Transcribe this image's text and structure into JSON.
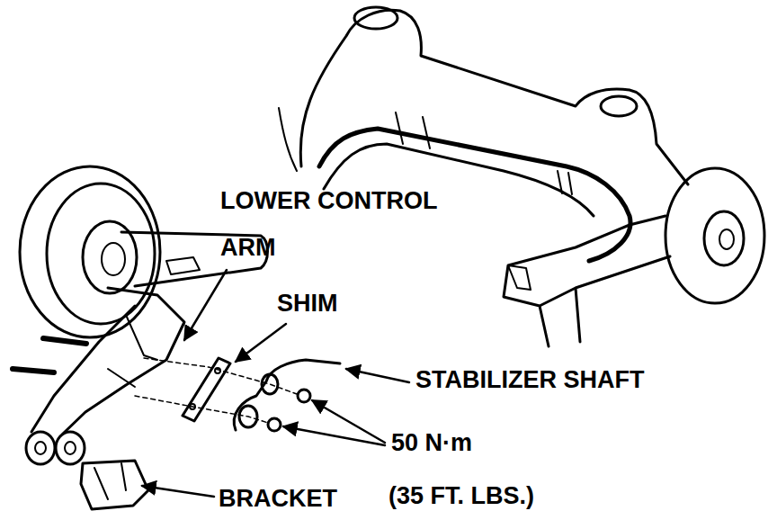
{
  "diagram": {
    "labels": [
      "LOWER CONTROL ARM",
      "SHIM",
      "STABILIZER SHAFT",
      "50 N·m",
      "(35 FT. LBS.)",
      "BRACKET"
    ]
  }
}
